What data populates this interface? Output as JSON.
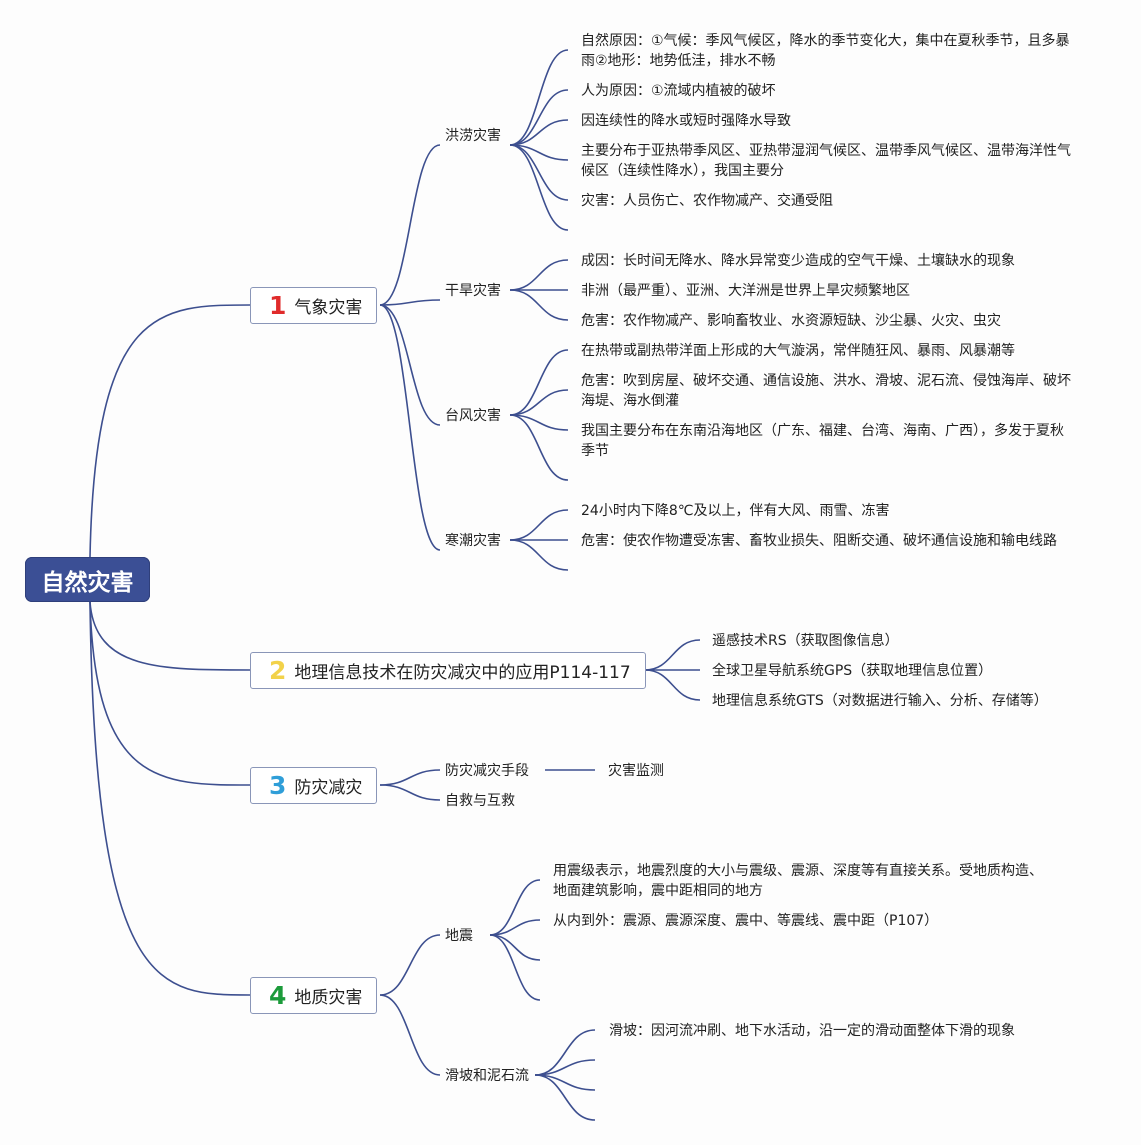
{
  "root": "自然灾害",
  "colors": {
    "line": "#3d4f8f",
    "root_bg": "#3b4f95",
    "num1": "#e02b2b",
    "num2": "#f2d24a",
    "num3": "#2f9ed8",
    "num4": "#1c9b3b"
  },
  "b1": {
    "num": "1",
    "label": "气象灾害",
    "flood": {
      "label": "洪涝灾害",
      "items": [
        "自然原因：①气候：季风气候区，降水的季节变化大，集中在夏秋季节，且多暴",
        "雨②地形：地势低洼，排水不畅",
        "人为原因：①流域内植被的破坏",
        "因连续性的降水或短时强降水导致",
        "主要分布于亚热带季风区、亚热带湿润气候区、温带季风气候区、温带海洋性气",
        "候区（连续性降水），我国主要分",
        "灾害：人员伤亡、农作物减产、交通受阻"
      ]
    },
    "drought": {
      "label": "干旱灾害",
      "items": [
        "成因：长时间无降水、降水异常变少造成的空气干燥、土壤缺水的现象",
        "非洲（最严重）、亚洲、大洋洲是世界上旱灾频繁地区",
        "危害：农作物减产、影响畜牧业、水资源短缺、沙尘暴、火灾、虫灾"
      ]
    },
    "typhoon": {
      "label": "台风灾害",
      "items": [
        "在热带或副热带洋面上形成的大气漩涡，常伴随狂风、暴雨、风暴潮等",
        "危害：吹到房屋、破坏交通、通信设施、洪水、滑坡、泥石流、侵蚀海岸、破坏",
        "海堤、海水倒灌",
        "我国主要分布在东南沿海地区（广东、福建、台湾、海南、广西），多发于夏秋",
        "季节"
      ]
    },
    "cold": {
      "label": "寒潮灾害",
      "items": [
        "24小时内下降8℃及以上，伴有大风、雨雪、冻害",
        "危害：使农作物遭受冻害、畜牧业损失、阻断交通、破坏通信设施和输电线路"
      ]
    }
  },
  "b2": {
    "num": "2",
    "label": "地理信息技术在防灾减灾中的应用P114-117",
    "items": [
      "遥感技术RS（获取图像信息）",
      "全球卫星导航系统GPS（获取地理信息位置）",
      "地理信息系统GTS（对数据进行输入、分析、存储等）"
    ]
  },
  "b3": {
    "num": "3",
    "label": "防灾减灾",
    "means": "防灾减灾手段",
    "monitor": "灾害监测",
    "rescue": "自救与互救"
  },
  "b4": {
    "num": "4",
    "label": "地质灾害",
    "quake": {
      "label": "地震",
      "items": [
        "用震级表示，地震烈度的大小与震级、震源、深度等有直接关系。受地质构造、",
        "地面建筑影响，震中距相同的地方",
        "从内到外：震源、震源深度、震中、等震线、震中距（P107）"
      ]
    },
    "slide": {
      "label": "滑坡和泥石流",
      "items": [
        "滑坡：因河流冲刷、地下水活动，沿一定的滑动面整体下滑的现象"
      ]
    }
  }
}
